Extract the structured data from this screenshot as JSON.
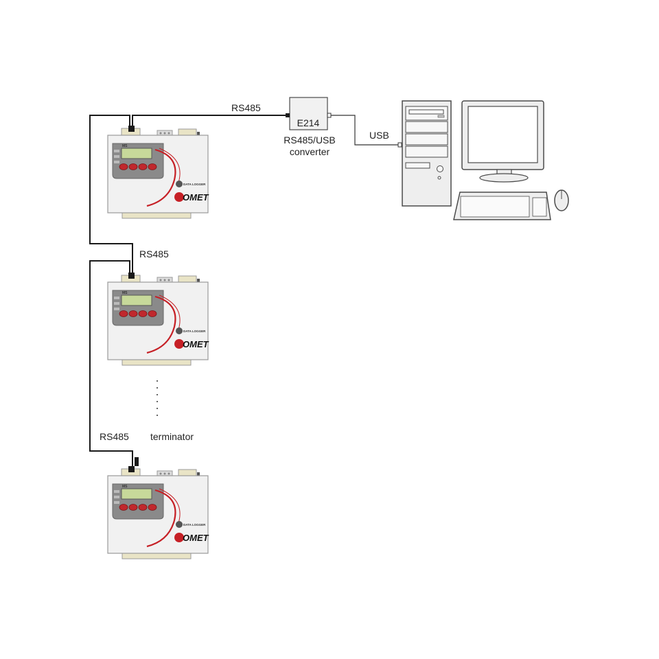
{
  "labels": {
    "bus_top": "RS485",
    "bus_middle": "RS485",
    "bus_bottom": "RS485",
    "terminator": "terminator",
    "usb": "USB",
    "converter_model": "E214",
    "converter_line1": "RS485/USB",
    "converter_line2": "converter"
  },
  "device": {
    "logo": "OMET",
    "badge": "DATA LOGGER",
    "model": "MS"
  },
  "colors": {
    "cable": "#1a1a1a",
    "device_body": "#f1f1f1",
    "device_border": "#9a9a9a",
    "keypad": "#8a8a8a",
    "button_red": "#c0282d",
    "lcd": "#c7d99a",
    "swoosh_red": "#c62026",
    "connector": "#e9e4c6",
    "pc_body": "#eeeeee",
    "pc_border": "#4a4a4a"
  }
}
